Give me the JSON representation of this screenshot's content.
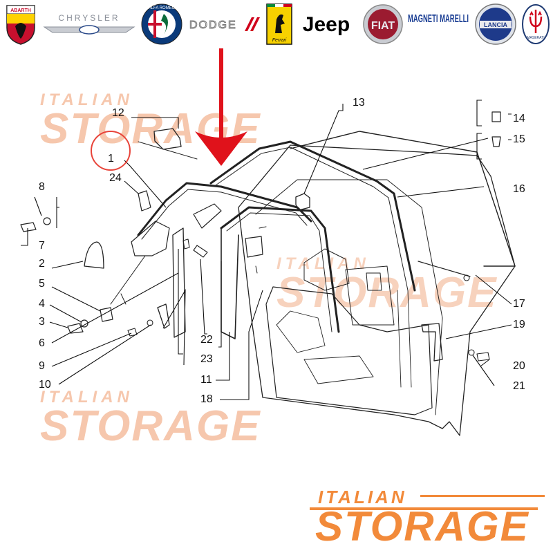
{
  "brands": [
    {
      "id": "abarth",
      "label": "ABARTH",
      "color": "#c8102e"
    },
    {
      "id": "chrysler",
      "label": "CHRYSLER",
      "color": "#8a8f99"
    },
    {
      "id": "alfa-romeo",
      "label": "ALFA ROMEO",
      "color": "#0b6b3a"
    },
    {
      "id": "dodge",
      "label": "DODGE",
      "color": "#d0021b"
    },
    {
      "id": "ferrari",
      "label": "Ferrari",
      "color": "#f7d100"
    },
    {
      "id": "jeep",
      "label": "Jeep",
      "color": "#000000"
    },
    {
      "id": "fiat",
      "label": "FIAT",
      "color": "#9b1b30"
    },
    {
      "id": "magneti-marelli",
      "label": "MAGNETI MARELLI",
      "color": "#1c3f94"
    },
    {
      "id": "lancia",
      "label": "LANCIA",
      "color": "#1e3a8a"
    },
    {
      "id": "maserati",
      "label": "MASERATI",
      "color": "#1f3b73"
    }
  ],
  "watermark": {
    "top": "ITALIAN",
    "bottom": "STORAGE"
  },
  "footer": {
    "top": "ITALIAN",
    "bottom": "STORAGE",
    "color": "#f28a3a"
  },
  "callouts": {
    "c1": "1",
    "c2": "2",
    "c3": "3",
    "c4": "4",
    "c5": "5",
    "c6": "6",
    "c7": "7",
    "c8": "8",
    "c9": "9",
    "c10": "10",
    "c11": "11",
    "c12": "12",
    "c13": "13",
    "c14": "14",
    "c15": "15",
    "c16": "16",
    "c17": "17",
    "c18": "18",
    "c19": "19",
    "c20": "20",
    "c21": "21",
    "c22": "22",
    "c23": "23",
    "c24": "24"
  },
  "highlight": {
    "circle_color": "#e8443a",
    "arrow_color": "#e0121b"
  }
}
